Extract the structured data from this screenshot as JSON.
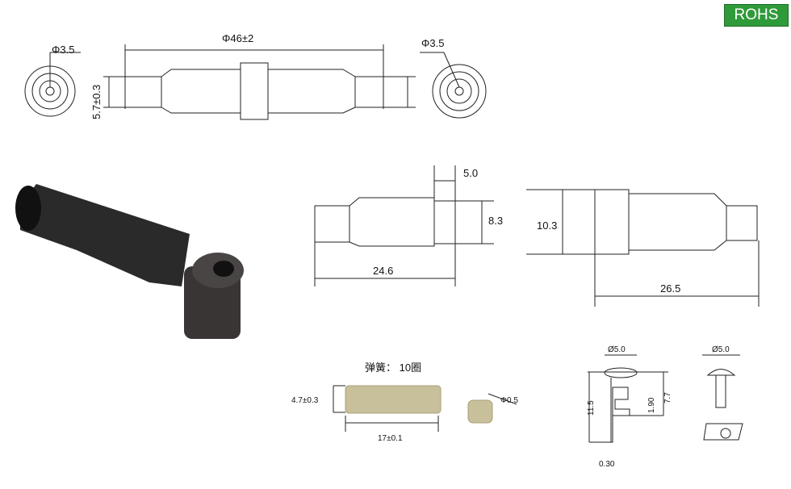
{
  "badge": "ROHS",
  "top_view": {
    "length": "Φ46±2",
    "height": "5.7±0.3",
    "left_diameter": "Φ3.5",
    "right_diameter": "Φ3.5"
  },
  "middle_view": {
    "dim_5_0": "5.0",
    "dim_8_3": "8.3",
    "dim_24_6": "24.6",
    "dim_10_3": "10.3",
    "dim_26_5": "26.5"
  },
  "spring": {
    "title": "弹簧：  10圈",
    "height": "4.7±0.3",
    "length": "17±0.1",
    "wire": "Φ0.5"
  },
  "contact": {
    "d1": "Ø5.0",
    "d2": "Ø5.0",
    "h_total": "11.5",
    "h_7_7": "7.7",
    "h_1_90": "1.90",
    "thickness": "0.30"
  },
  "colors": {
    "badge": "#2f9a3a",
    "spring": "#c8c09a",
    "body": "#2a2a2a"
  }
}
